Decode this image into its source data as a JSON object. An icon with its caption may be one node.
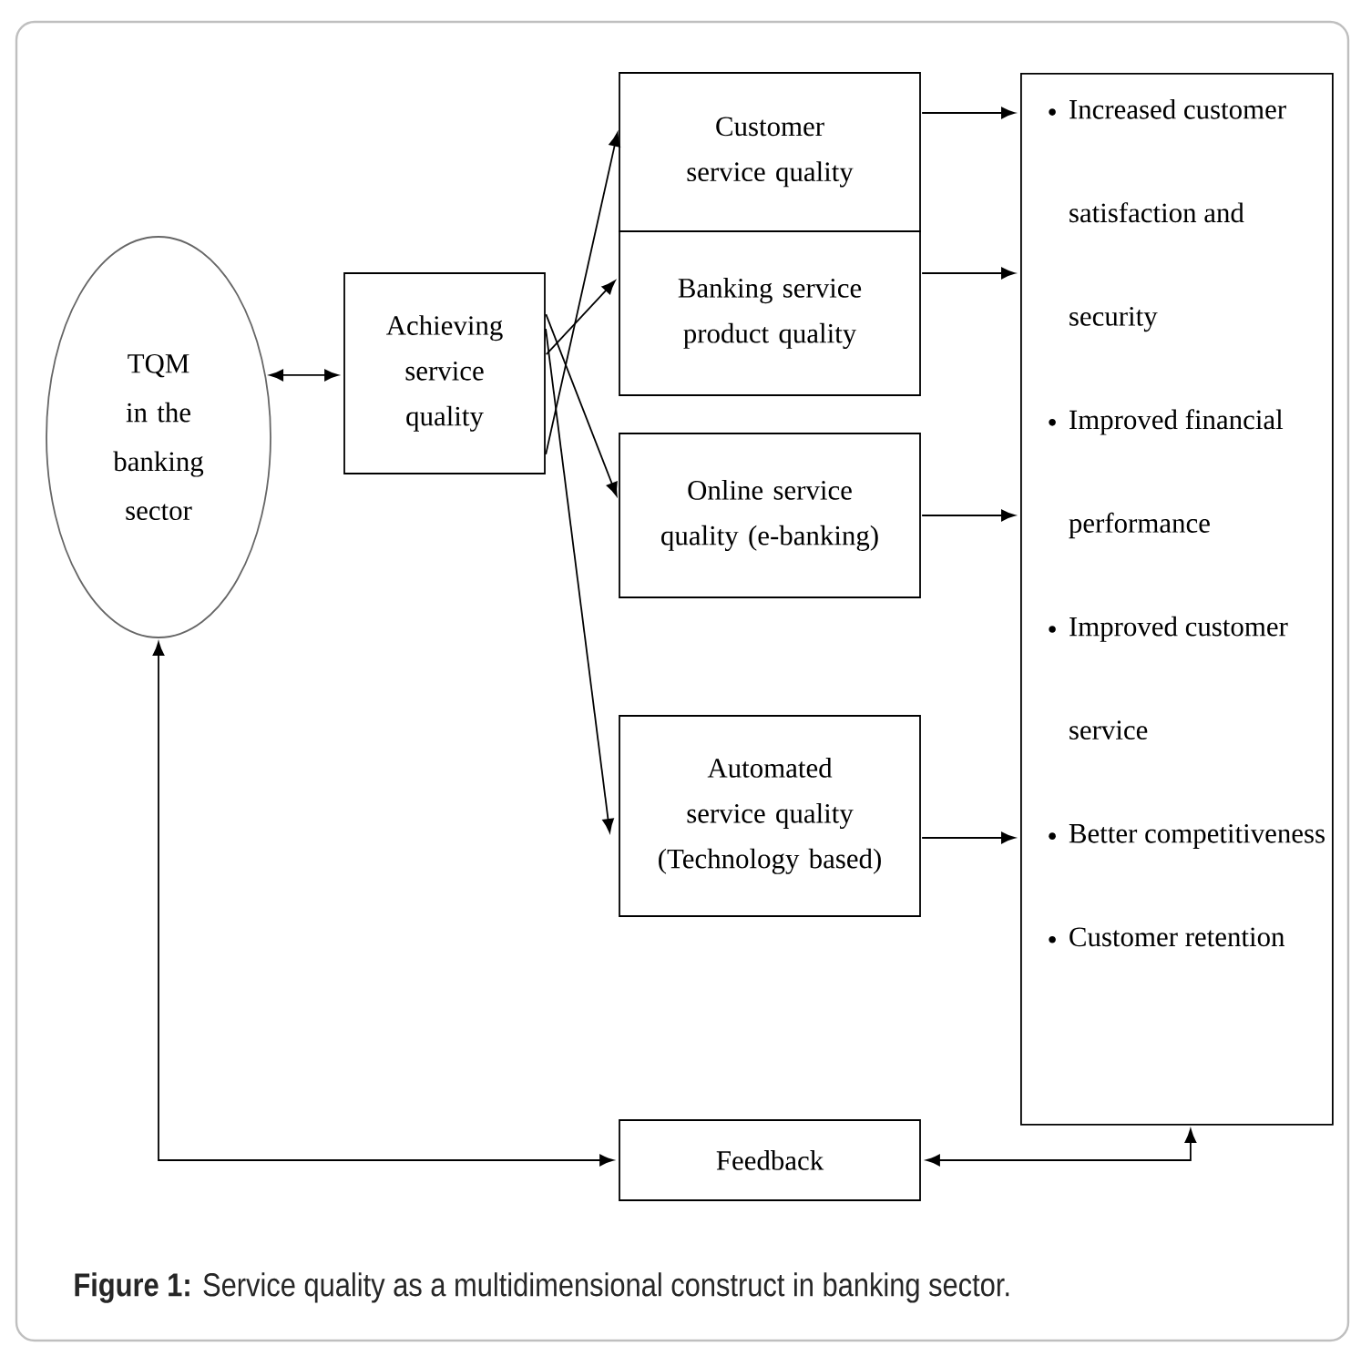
{
  "diagram": {
    "caption": "**Figure 1:** Service quality as a multidimensional construct in banking sector.",
    "nodes": [
      {
        "text": [
          "TQM in the banking sector"
        ]
      },
      {
        "text": [
          "Achieving service quality"
        ]
      },
      {
        "text": [
          "Customer service quality"
        ]
      },
      {
        "text": [
          "Banking service product quality"
        ]
      },
      {
        "text": [
          "Online service quality (e-banking)"
        ]
      },
      {
        "text": [
          "Automated service quality (Technology based)"
        ]
      },
      {
        "text": [
          "Feedback"
        ]
      },
      {
        "text": [
          "Increased customer satisfaction and security",
          "Improved financial performance",
          "Improved customer service",
          "Better competitiveness",
          "Customer retention"
        ]
      }
    ],
    "edges": [
      {
        "from": 0,
        "to": 1,
        "arrow": "both"
      },
      {
        "from": 1,
        "to": 2,
        "arrow": "to"
      },
      {
        "from": 1,
        "to": 3,
        "arrow": "to"
      },
      {
        "from": 1,
        "to": 4,
        "arrow": "to"
      },
      {
        "from": 1,
        "to": 5,
        "arrow": "to"
      },
      {
        "from": 2,
        "to": 7,
        "arrow": "to"
      },
      {
        "from": 3,
        "to": 7,
        "arrow": "to"
      },
      {
        "from": 4,
        "to": 7,
        "arrow": "to"
      },
      {
        "from": 5,
        "to": 7,
        "arrow": "to"
      },
      {
        "from": 0,
        "to": 6,
        "arrow": "both"
      },
      {
        "from": 7,
        "to": 6,
        "arrow": "both"
      }
    ]
  }
}
